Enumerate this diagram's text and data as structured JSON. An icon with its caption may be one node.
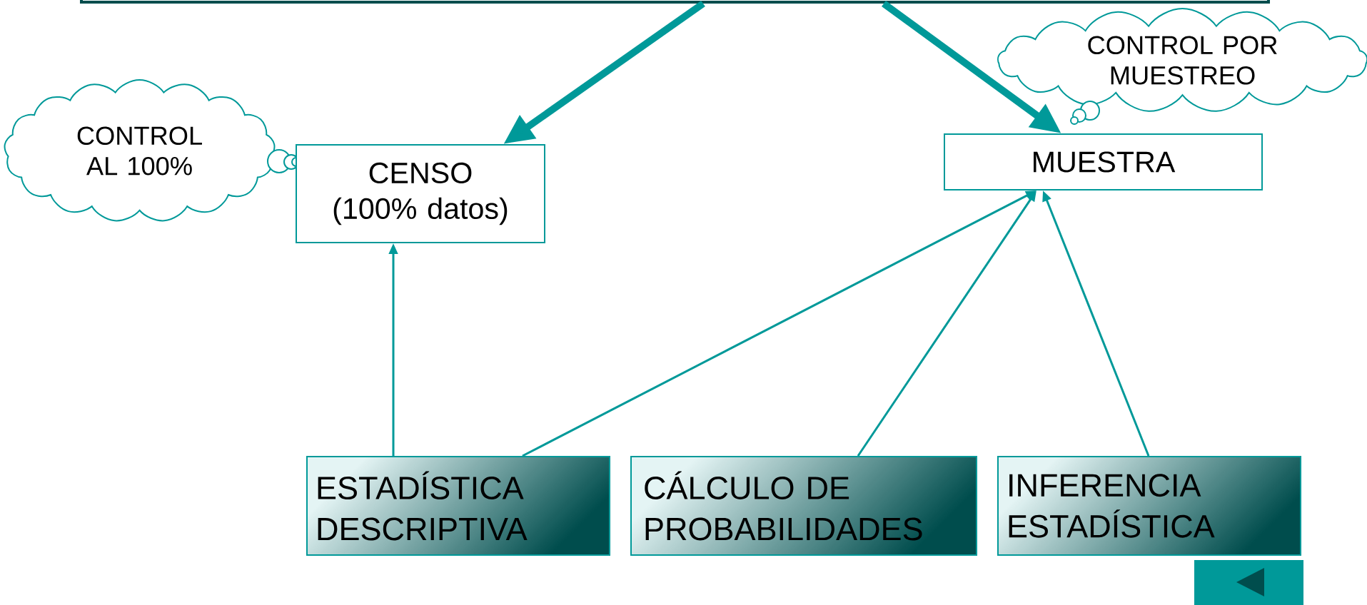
{
  "diagram": {
    "nodes": [
      {
        "text": [],
        "shape": "box"
      },
      {
        "text": [
          "CONTROL POR MUESTREO"
        ]
      },
      {
        "text": [
          "CONTROL AL 100%"
        ]
      },
      {
        "text": [
          "CENSO (100% datos)"
        ]
      },
      {
        "text": [
          "MUESTRA"
        ]
      },
      {
        "text": [
          "ESTADÍSTICA DESCRIPTIVA"
        ]
      },
      {
        "text": [
          "CÁLCULO DE PROBABILIDADES"
        ]
      },
      {
        "text": [
          "INFERENCIA ESTADÍSTICA"
        ]
      }
    ],
    "edges": [
      {
        "from": 0,
        "to": 3,
        "arrow": "to",
        "style": "thick"
      },
      {
        "from": 0,
        "to": 4,
        "arrow": "to",
        "style": "thick"
      },
      {
        "from": 5,
        "to": 3,
        "arrow": "to"
      },
      {
        "from": 5,
        "to": 4,
        "arrow": "to"
      },
      {
        "from": 6,
        "to": 4,
        "arrow": "to"
      },
      {
        "from": 7,
        "to": 4,
        "arrow": "to"
      }
    ]
  }
}
